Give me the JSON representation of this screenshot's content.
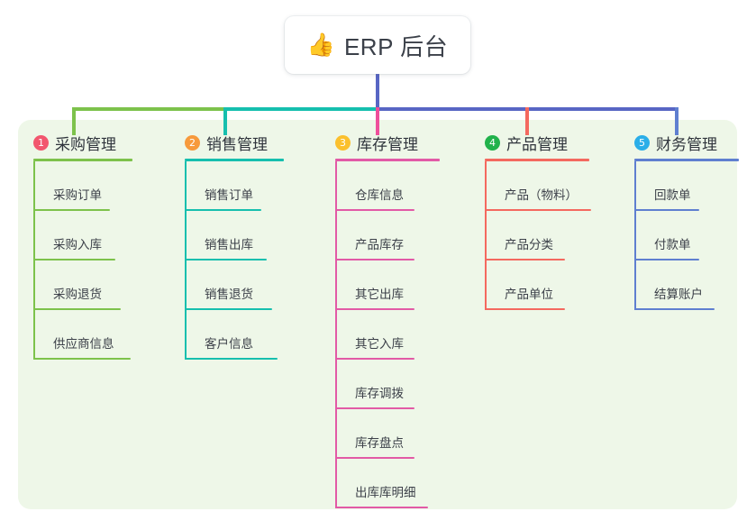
{
  "diagram": {
    "background_color": "#ffffff",
    "panel_color": "#eef7e8",
    "root": {
      "icon": "thumbs-up-icon",
      "emoji": "👍",
      "label": "ERP 后台",
      "card_color": "#ffffff",
      "text_color": "#3b4049",
      "trunk_color": "#5866c4"
    },
    "bus_segments": [
      {
        "name": "segment-purchase",
        "color": "#7dc24b"
      },
      {
        "name": "segment-sales",
        "color": "#16bfae"
      },
      {
        "name": "segment-right",
        "color": "#5866c4"
      }
    ],
    "columns": [
      {
        "index": "1",
        "badge": "1",
        "badge_color": "#f2566e",
        "title": "采购管理",
        "accent": "#7dc24b",
        "connector_color": "#7dc24b",
        "rule_width": 110,
        "items": [
          {
            "label": "采购订单",
            "rule_width": 85
          },
          {
            "label": "采购入库",
            "rule_width": 91
          },
          {
            "label": "采购退货",
            "rule_width": 97
          },
          {
            "label": "供应商信息",
            "rule_width": 108
          }
        ]
      },
      {
        "index": "2",
        "badge": "2",
        "badge_color": "#f79a3c",
        "title": "销售管理",
        "accent": "#16bfae",
        "connector_color": "#16bfae",
        "rule_width": 110,
        "items": [
          {
            "label": "销售订单",
            "rule_width": 85
          },
          {
            "label": "销售出库",
            "rule_width": 91
          },
          {
            "label": "销售退货",
            "rule_width": 97
          },
          {
            "label": "客户信息",
            "rule_width": 103
          }
        ]
      },
      {
        "index": "3",
        "badge": "3",
        "badge_color": "#fbc02d",
        "title": "库存管理",
        "accent": "#e25aa6",
        "connector_color": "#ee4f9b",
        "rule_width": 116,
        "items": [
          {
            "label": "仓库信息",
            "rule_width": 88
          },
          {
            "label": "产品库存",
            "rule_width": 88
          },
          {
            "label": "其它出库",
            "rule_width": 88
          },
          {
            "label": "其它入库",
            "rule_width": 88
          },
          {
            "label": "库存调拨",
            "rule_width": 88
          },
          {
            "label": "库存盘点",
            "rule_width": 88
          },
          {
            "label": "出库库明细",
            "rule_width": 103
          }
        ]
      },
      {
        "index": "4",
        "badge": "4",
        "badge_color": "#21b24b",
        "title": "产品管理",
        "accent": "#f4695f",
        "connector_color": "#f4695f",
        "rule_width": 116,
        "items": [
          {
            "label": "产品（物料）",
            "rule_width": 118
          },
          {
            "label": "产品分类",
            "rule_width": 89
          },
          {
            "label": "产品单位",
            "rule_width": 89
          }
        ]
      },
      {
        "index": "5",
        "badge": "5",
        "badge_color": "#2aaee8",
        "title": "财务管理",
        "accent": "#5f7fd0",
        "connector_color": "#5f7fd0",
        "rule_width": 116,
        "items": [
          {
            "label": "回款单",
            "rule_width": 72
          },
          {
            "label": "付款单",
            "rule_width": 72
          },
          {
            "label": "结算账户",
            "rule_width": 89
          }
        ]
      }
    ]
  }
}
